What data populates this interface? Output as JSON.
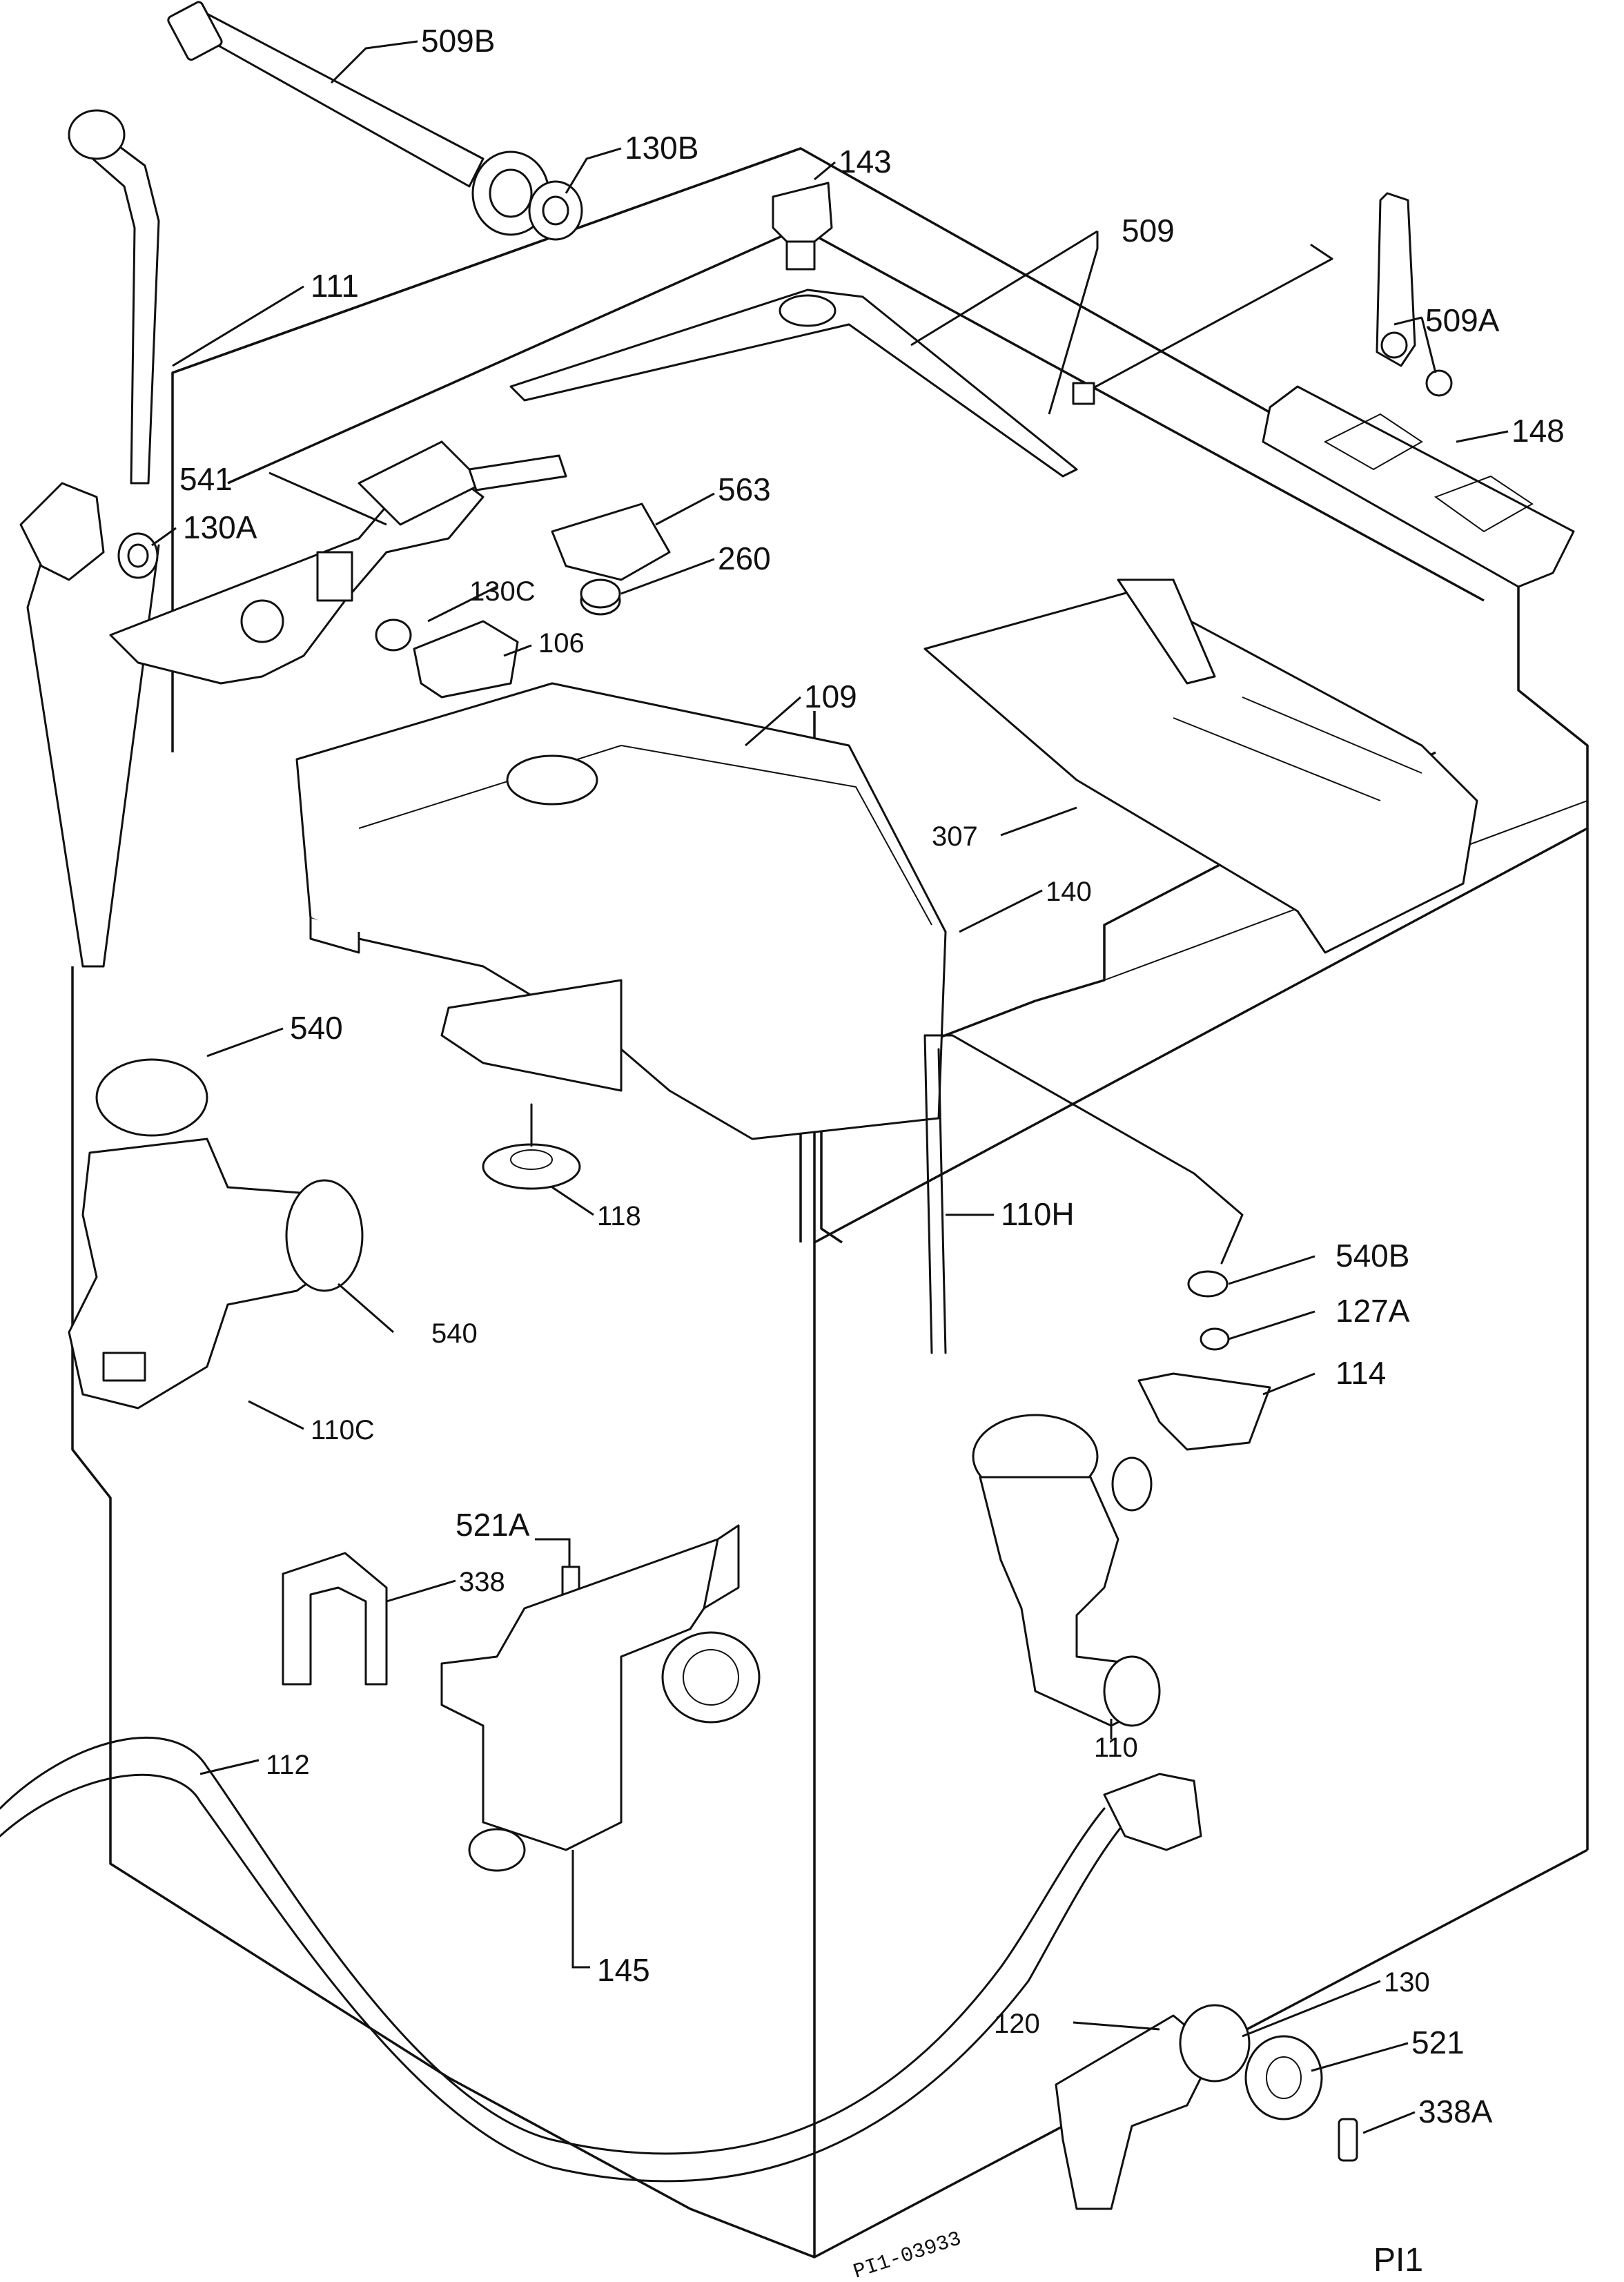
{
  "labels": {
    "p509b": "509B",
    "p130b": "130B",
    "p143": "143",
    "p509": "509",
    "p111": "111",
    "p509a": "509A",
    "p148": "148",
    "p541": "541",
    "p130a": "130A",
    "p563": "563",
    "p260": "260",
    "p130c": "130C",
    "p106": "106",
    "p109": "109",
    "p307": "307",
    "p140": "140",
    "p540_top": "540",
    "p118": "118",
    "p110h": "110H",
    "p540b": "540B",
    "p540_side": "540",
    "p127a": "127A",
    "p114": "114",
    "p110c": "110C",
    "p521a": "521A",
    "p338": "338",
    "p110": "110",
    "p112": "112",
    "p145": "145",
    "p130": "130",
    "p120": "120",
    "p521": "521",
    "p338a": "338A"
  },
  "footer": {
    "drawing_code": "PI1-03933",
    "sheet": "PI1"
  }
}
